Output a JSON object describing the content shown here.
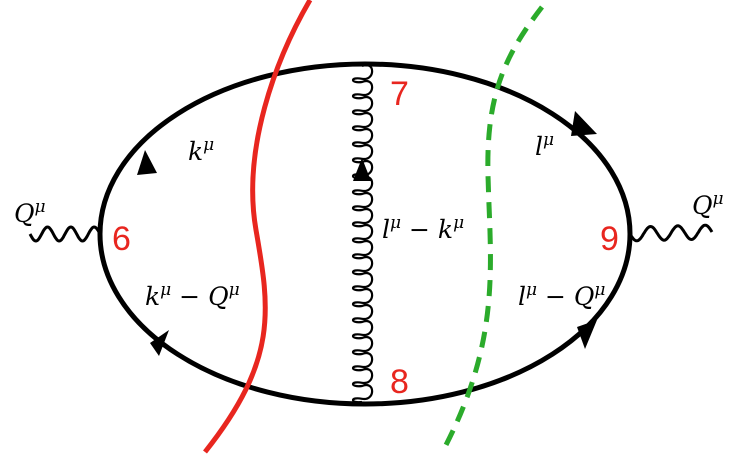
{
  "colors": {
    "line": "#000000",
    "vertex_numbers": "#e8261f",
    "solid_cut": "#e8261f",
    "dashed_cut": "#2bab2b"
  },
  "vertices": {
    "left": "6",
    "top": "7",
    "bottom": "8",
    "right": "9"
  },
  "momenta": {
    "upper_left": {
      "base": "k",
      "sup": "μ"
    },
    "lower_left": {
      "base1": "k",
      "sup1": "μ",
      "op": " − ",
      "base2": "Q",
      "sup2": "μ"
    },
    "gluon": {
      "base1": "l",
      "sup1": "μ",
      "op": " − ",
      "base2": "k",
      "sup2": "μ"
    },
    "upper_right": {
      "base": "l",
      "sup": "μ"
    },
    "lower_right": {
      "base1": "l",
      "sup1": "μ",
      "op": " − ",
      "base2": "Q",
      "sup2": "μ"
    },
    "photon_left": {
      "base": "Q",
      "sup": "μ"
    },
    "photon_right": {
      "base": "Q",
      "sup": "μ"
    }
  },
  "cuts": [
    {
      "style": "solid",
      "color_key": "solid_cut"
    },
    {
      "style": "dashed",
      "color_key": "dashed_cut"
    }
  ]
}
